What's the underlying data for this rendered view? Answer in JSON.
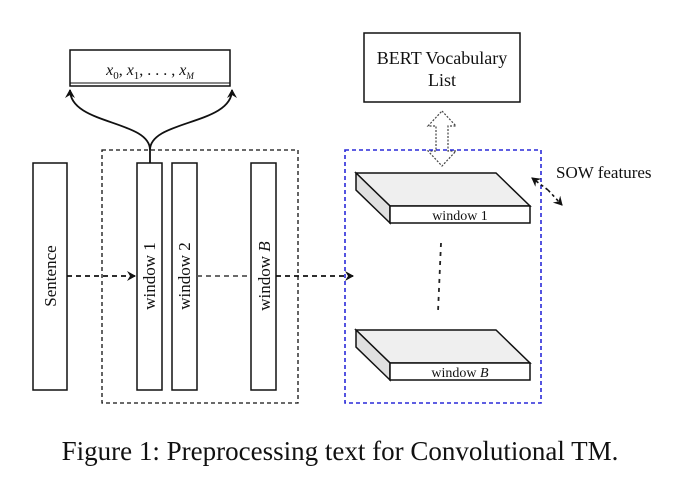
{
  "diagram": {
    "output_box": {
      "label_parts": [
        "x",
        "0",
        ", ",
        "x",
        "1",
        ", . . . , ",
        "x",
        "M"
      ]
    },
    "sentence_label": "Sentence",
    "windows": [
      {
        "label": "window 1"
      },
      {
        "label": "window 2"
      },
      {
        "label_prefix": "window ",
        "label_var": "B"
      }
    ],
    "bert_box": {
      "line1": "BERT Vocabulary",
      "line2": "List"
    },
    "sow_label": "SOW features",
    "slabs": [
      {
        "label": "window 1"
      },
      {
        "label_prefix": "window ",
        "label_var": "B"
      }
    ],
    "colors": {
      "ink": "#111111",
      "blue_border": "#2a2ad8",
      "slab_top": "#efefef",
      "slab_side": "#e0e0e0"
    }
  },
  "caption": "Figure 1: Preprocessing text for Convolutional TM."
}
